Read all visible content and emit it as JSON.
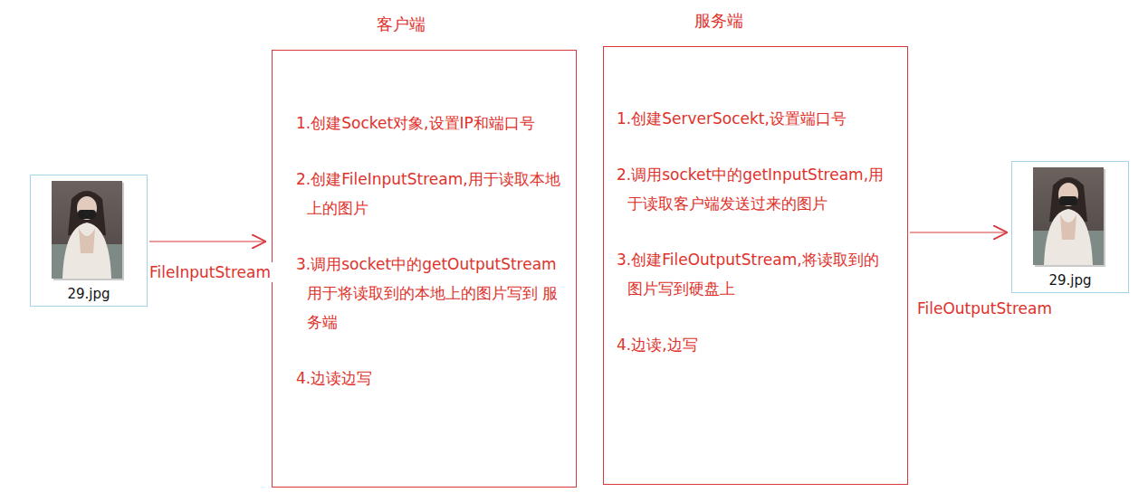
{
  "diagram": {
    "nodes": [
      {
        "text": [
          "29.jpg"
        ]
      },
      {
        "text": [
          "客户端",
          "1.创建Socket对象,设置IP和端口号",
          "2.创建FileInputStream,用于读取本地 上的图片",
          "3.调用socket中的getOutputStream 用于将读取到的本地上的图片写到 服务端",
          "4.边读边写"
        ]
      },
      {
        "text": [
          "服务端",
          "1.创建ServerSocekt,设置端口号",
          "2.调用socket中的getInputStream,用 于读取客户端发送过来的图片",
          "3.创建FileOutputStream,将读取到的 图片写到硬盘上",
          "4.边读,边写"
        ]
      },
      {
        "text": [
          "29.jpg"
        ]
      }
    ],
    "edges": [
      {
        "from": 0,
        "to": 1,
        "arrow": "to",
        "label": "FileInputStream"
      },
      {
        "from": 2,
        "to": 3,
        "arrow": "to",
        "label": "FileOutputStream"
      }
    ]
  }
}
